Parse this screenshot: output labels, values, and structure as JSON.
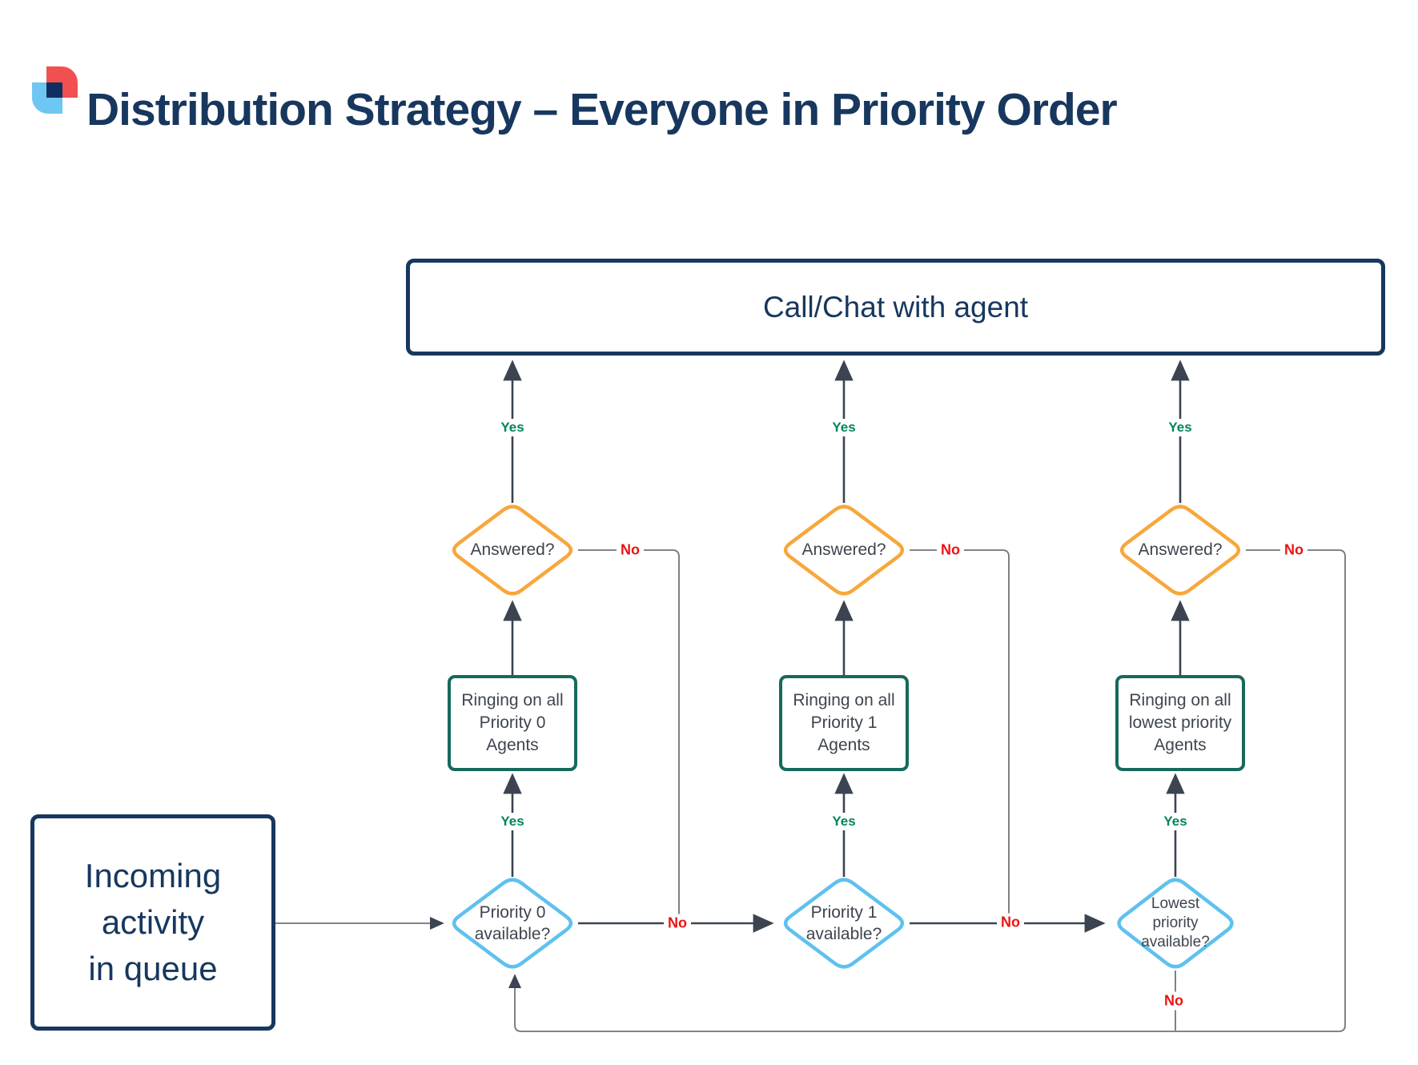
{
  "title": "Distribution Strategy – Everyone in Priority Order",
  "colors": {
    "navy": "#17375e",
    "orange": "#f7a73c",
    "light_blue": "#5ec1ef",
    "teal": "#17695c",
    "yes_green": "#00855c",
    "no_red": "#ee1111",
    "text_slate": "#3e454f"
  },
  "nodes": {
    "call_chat": {
      "label": "Call/Chat with agent"
    },
    "incoming": {
      "lines": [
        "Incoming",
        "activity",
        "in queue"
      ]
    },
    "ringing": [
      {
        "lines": [
          "Ringing on all",
          "Priority 0",
          "Agents"
        ]
      },
      {
        "lines": [
          "Ringing on all",
          "Priority 1",
          "Agents"
        ]
      },
      {
        "lines": [
          "Ringing on all",
          "lowest priority",
          "Agents"
        ]
      }
    ],
    "answered": [
      {
        "label": "Answered?"
      },
      {
        "label": "Answered?"
      },
      {
        "label": "Answered?"
      }
    ],
    "available": [
      {
        "lines": [
          "Priority 0",
          "available?"
        ]
      },
      {
        "lines": [
          "Priority 1",
          "available?"
        ]
      },
      {
        "lines": [
          "Lowest",
          "priority",
          "available?"
        ]
      }
    ]
  },
  "edge_labels": {
    "yes": "Yes",
    "no": "No"
  }
}
